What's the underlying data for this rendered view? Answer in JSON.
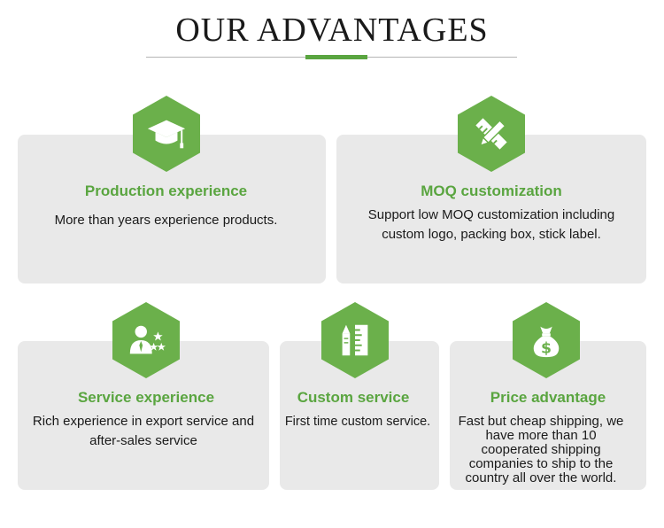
{
  "header": {
    "title": "OUR ADVANTAGES"
  },
  "colors": {
    "accent": "#5aa540",
    "icon_bg": "#6bb04b",
    "card_bg": "#e9e9e9"
  },
  "cards": [
    {
      "icon": "graduation-cap-icon",
      "title": "Production experience",
      "description": "More than  years experience products."
    },
    {
      "icon": "pencil-ruler-icon",
      "title": "MOQ customization",
      "description": "Support low MOQ customization including custom logo, packing box, stick label."
    },
    {
      "icon": "person-stars-icon",
      "title": "Service experience",
      "description": "Rich experience in export service and after-sales service"
    },
    {
      "icon": "tools-icon",
      "title": "Custom service",
      "description": "First time custom service."
    },
    {
      "icon": "money-bag-icon",
      "title": "Price advantage",
      "description": "Fast but cheap shipping, we have more than 10 cooperated shipping companies to ship to the country all over the world."
    }
  ]
}
